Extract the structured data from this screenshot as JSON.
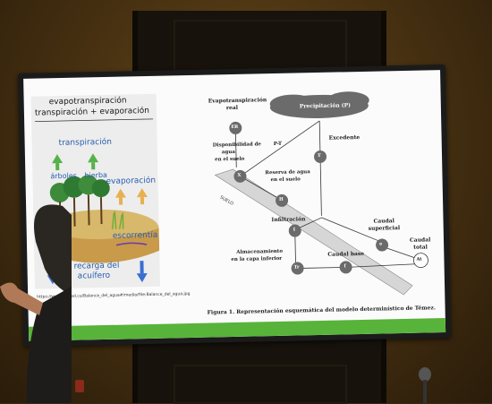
{
  "slide": {
    "left": {
      "title_line1": "evapotranspiración",
      "title_line2": "transpiración + evaporación",
      "transpiracion": "transpiración",
      "arboles": "árboles",
      "hierba": "hierba",
      "evaporacion": "evaporación",
      "escorrentia": "escorrentía",
      "recarga_line1": "recarga del",
      "recarga_line2": "acuífero",
      "url": "https://www.ecured.cu/Balance_del_agua#/media/File:Balance_del_agua.jpg"
    },
    "diagram": {
      "evapo_real_line1": "Evapotranspiración",
      "evapo_real_line2": "real",
      "er": "ER",
      "precip": "Precipitación (P)",
      "disp_line1": "Disponibilidad de",
      "disp_line2": "agua",
      "disp_line3": "en el suelo",
      "x": "X",
      "pt": "P-T",
      "excedente": "Excedente",
      "t": "T",
      "reserva_line1": "Reserva de agua",
      "reserva_line2": "en el suelo",
      "h": "H",
      "suelo": "SUELO",
      "infiltracion": "Infiltración",
      "i": "I",
      "caudal_sup_line1": "Caudal",
      "caudal_sup_line2": "superficial",
      "e": "e",
      "almac_line1": "Almacenamiento",
      "almac_line2": "en la capa inferior",
      "caudal_base": "Caudal base",
      "tr": "Tr",
      "f": "f",
      "caudal_total_line1": "Caudal",
      "caudal_total_line2": "total",
      "at": "At"
    },
    "caption": "Figura 1. Representación esquemática del modelo determinístico de Témez."
  }
}
